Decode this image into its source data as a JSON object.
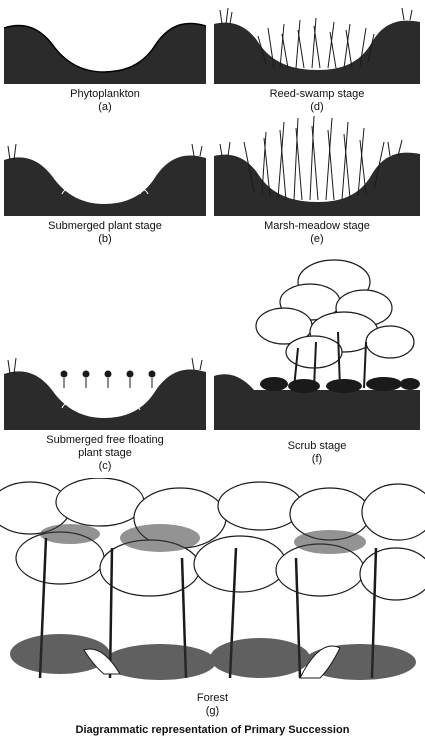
{
  "stages": [
    {
      "key": "a",
      "label": "Phytoplankton",
      "letter": "(a)"
    },
    {
      "key": "d",
      "label": "Reed-swamp stage",
      "letter": "(d)"
    },
    {
      "key": "b",
      "label": "Submerged plant stage",
      "letter": "(b)"
    },
    {
      "key": "e",
      "label": "Marsh-meadow stage",
      "letter": "(e)"
    },
    {
      "key": "c",
      "label_line1": "Submerged free floating",
      "label_line2": "plant stage",
      "letter": "(c)"
    },
    {
      "key": "f",
      "label": "Scrub stage",
      "letter": "(f)"
    },
    {
      "key": "g",
      "label": "Forest",
      "letter": "(g)"
    }
  ],
  "title": "Diagrammatic representation of Primary Succession",
  "colors": {
    "ink": "#1a1a1a",
    "soil": "#2b2b2b",
    "light": "#ffffff"
  }
}
